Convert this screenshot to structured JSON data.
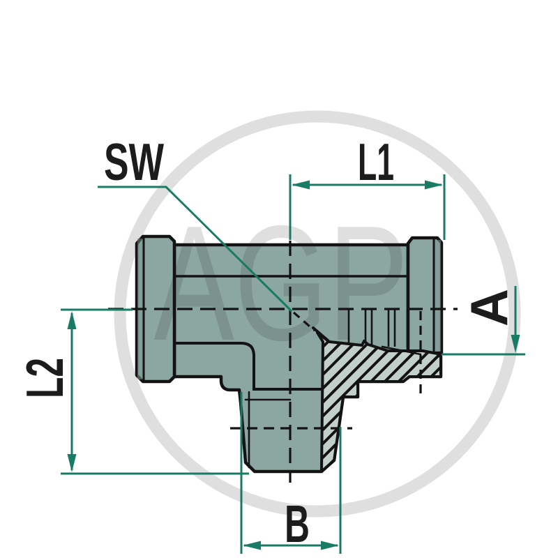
{
  "drawing": {
    "title": "T-fitting dimensional technical drawing",
    "watermark_text": "AGP",
    "labels": {
      "sw": "SW",
      "l1": "L1",
      "l2": "L2",
      "a": "A",
      "b": "B"
    }
  },
  "colors": {
    "dimension": "#1A7B64",
    "body": "#8CA6A2",
    "section": "#C3CFCB",
    "outline": "#131313",
    "label": "#1c1c1c",
    "watermark": "rgba(30,30,30,0.14)"
  }
}
